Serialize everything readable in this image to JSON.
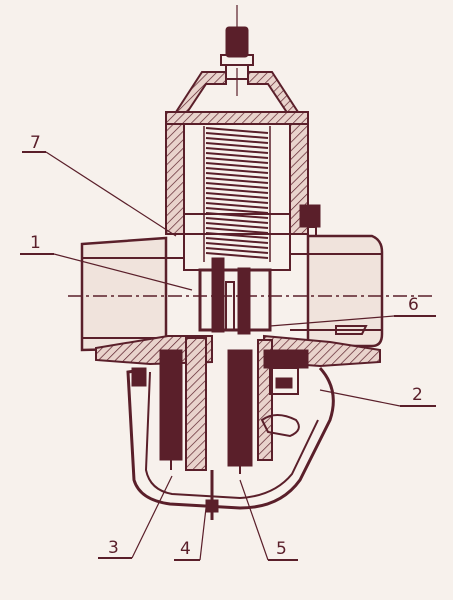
{
  "colors": {
    "ink": "#5a1f2a",
    "paper": "#f7f1ec",
    "shade": "#f0e3dc"
  },
  "labels": {
    "l1": "1",
    "l2": "2",
    "l3": "3",
    "l4": "4",
    "l5": "5",
    "l6": "6",
    "l7": "7"
  }
}
